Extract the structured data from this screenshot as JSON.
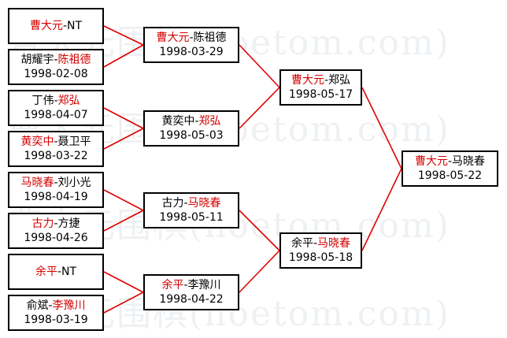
{
  "watermark": {
    "lines": [
      "曹大元围棋(hoetom.com)",
      "曹大元围棋(hoetom.com)",
      "曹大元围棋(hoetom.com)",
      "曹大元围棋(hoetom.com)"
    ]
  },
  "bracket": {
    "round1": [
      {
        "id": "r1-1",
        "a": "曹大元",
        "a_win": true,
        "sep": "-",
        "b": "NT",
        "b_win": false,
        "date": ""
      },
      {
        "id": "r1-2",
        "a": "胡耀宇",
        "a_win": false,
        "sep": "-",
        "b": "陈祖德",
        "b_win": true,
        "date": "1998-02-08"
      },
      {
        "id": "r1-3",
        "a": "丁伟",
        "a_win": false,
        "sep": "-",
        "b": "郑弘",
        "b_win": true,
        "date": "1998-04-07"
      },
      {
        "id": "r1-4",
        "a": "黄奕中",
        "a_win": true,
        "sep": "-",
        "b": "聂卫平",
        "b_win": false,
        "date": "1998-03-22"
      },
      {
        "id": "r1-5",
        "a": "马晓春",
        "a_win": true,
        "sep": "-",
        "b": "刘小光",
        "b_win": false,
        "date": "1998-04-19"
      },
      {
        "id": "r1-6",
        "a": "古力",
        "a_win": true,
        "sep": "-",
        "b": "方捷",
        "b_win": false,
        "date": "1998-04-26"
      },
      {
        "id": "r1-7",
        "a": "余平",
        "a_win": true,
        "sep": "-",
        "b": "NT",
        "b_win": false,
        "date": ""
      },
      {
        "id": "r1-8",
        "a": "俞斌",
        "a_win": false,
        "sep": "-",
        "b": "李豫川",
        "b_win": true,
        "date": "1998-03-19"
      }
    ],
    "round2": [
      {
        "id": "r2-1",
        "a": "曹大元",
        "a_win": true,
        "sep": "-",
        "b": "陈祖德",
        "b_win": false,
        "date": "1998-03-29"
      },
      {
        "id": "r2-2",
        "a": "黄奕中",
        "a_win": false,
        "sep": "-",
        "b": "郑弘",
        "b_win": true,
        "date": "1998-05-03"
      },
      {
        "id": "r2-3",
        "a": "古力",
        "a_win": false,
        "sep": "-",
        "b": "马晓春",
        "b_win": true,
        "date": "1998-05-11"
      },
      {
        "id": "r2-4",
        "a": "余平",
        "a_win": true,
        "sep": "-",
        "b": "李豫川",
        "b_win": false,
        "date": "1998-04-22"
      }
    ],
    "round3": [
      {
        "id": "r3-1",
        "a": "曹大元",
        "a_win": true,
        "sep": "-",
        "b": "郑弘",
        "b_win": false,
        "date": "1998-05-17"
      },
      {
        "id": "r3-2",
        "a": "余平",
        "a_win": false,
        "sep": "-",
        "b": "马晓春",
        "b_win": true,
        "date": "1998-05-18"
      }
    ],
    "final": [
      {
        "id": "r4-1",
        "a": "曹大元",
        "a_win": true,
        "sep": "-",
        "b": "马晓春",
        "b_win": false,
        "date": "1998-05-22"
      }
    ],
    "colors": {
      "winner": "#d40000",
      "text": "#000000",
      "connector": "#e00000",
      "border": "#000000"
    }
  }
}
